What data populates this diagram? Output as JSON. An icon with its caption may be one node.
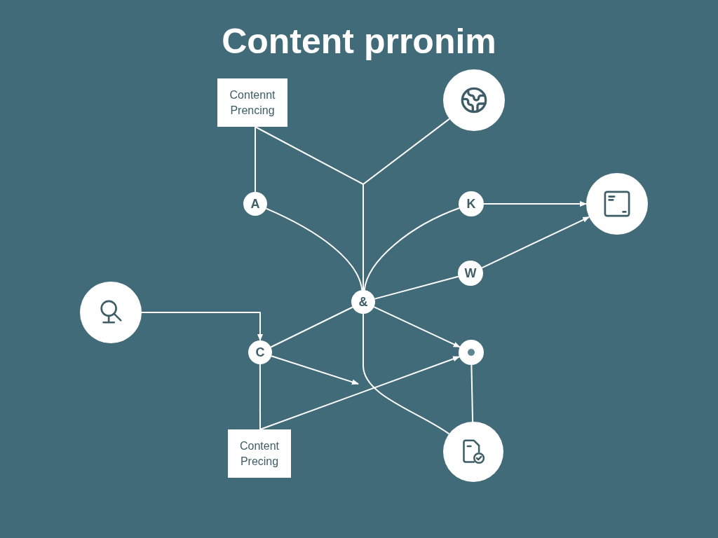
{
  "diagram": {
    "title": "Content prronim",
    "nodes": [
      {
        "text": [
          "Contennt Prencing"
        ]
      },
      {
        "text": [],
        "shape": "circle"
      },
      {
        "text": [
          "A"
        ]
      },
      {
        "text": [
          "K"
        ]
      },
      {
        "text": [],
        "shape": "circle"
      },
      {
        "text": [
          "W"
        ]
      },
      {
        "text": [],
        "shape": "circle"
      },
      {
        "text": [
          "&"
        ]
      },
      {
        "text": [
          "C"
        ]
      },
      {
        "text": [],
        "shape": "circle"
      },
      {
        "text": [
          "Content Precing"
        ]
      },
      {
        "text": [],
        "shape": "circle"
      }
    ],
    "edges": [
      {
        "from": 0,
        "to": 2,
        "arrow": "none"
      },
      {
        "from": 0,
        "to": 7,
        "arrow": "none"
      },
      {
        "from": 1,
        "to": 7,
        "arrow": "none"
      },
      {
        "from": 2,
        "to": 7,
        "arrow": "none"
      },
      {
        "from": 3,
        "to": 7,
        "arrow": "none"
      },
      {
        "from": 7,
        "to": 5,
        "arrow": "none"
      },
      {
        "from": 3,
        "to": 4,
        "arrow": "to"
      },
      {
        "from": 5,
        "to": 4,
        "arrow": "to"
      },
      {
        "from": 6,
        "to": 8,
        "arrow": "to"
      },
      {
        "from": 7,
        "to": 8,
        "arrow": "none"
      },
      {
        "from": 7,
        "to": 9,
        "arrow": "to"
      },
      {
        "from": 8,
        "to": null,
        "arrow": "to"
      },
      {
        "from": 8,
        "to": 10,
        "arrow": "none"
      },
      {
        "from": 10,
        "to": 9,
        "arrow": "to"
      },
      {
        "from": 9,
        "to": 11,
        "arrow": "none"
      },
      {
        "from": 7,
        "to": 11,
        "arrow": "none"
      }
    ]
  }
}
